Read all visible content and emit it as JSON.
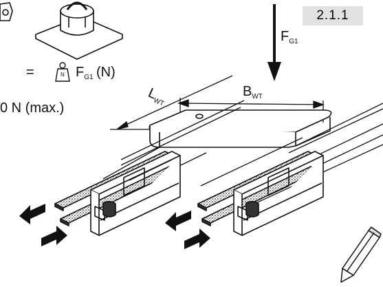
{
  "section_number": "2.1.1",
  "force_label": {
    "main": "F",
    "sub": "G1"
  },
  "equation": {
    "equals": "=",
    "weight_symbol": "N",
    "force": "F",
    "force_sub": "G1",
    "unit": "(N)"
  },
  "max_load": {
    "text": "0 N (max.)"
  },
  "length_label": {
    "main": "L",
    "sub": "WT"
  },
  "width_label": {
    "main": "B",
    "sub": "WT"
  },
  "colors": {
    "ink": "#111111",
    "badge": "#e2e2e2",
    "fill_shade": "#555555"
  }
}
